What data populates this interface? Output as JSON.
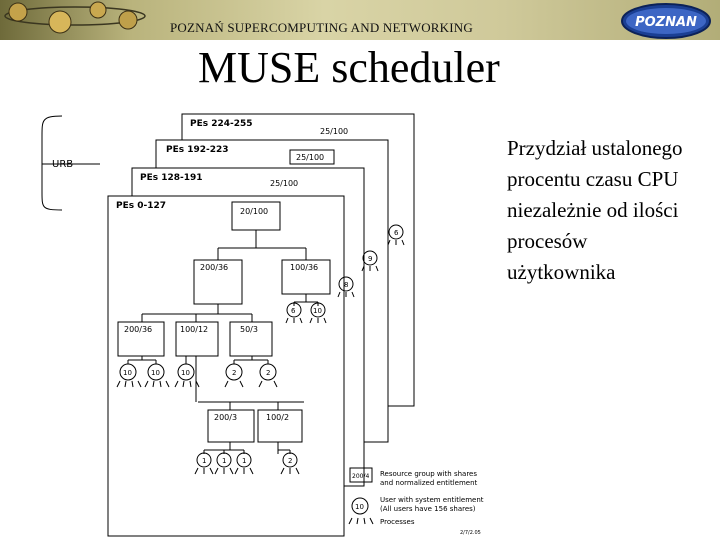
{
  "banner": {
    "text": "POZNAŃ SUPERCOMPUTING AND NETWORKING",
    "logo_text": "POZNAN"
  },
  "slide": {
    "title": "MUSE scheduler",
    "description_lines": [
      "Przydział ustalonego",
      "procentu czasu CPU",
      "niezależnie od ilości",
      "procesów",
      "użytkownika"
    ]
  },
  "diagram": {
    "side_label": "URB",
    "panels": [
      {
        "label": "PEs 224-255",
        "root": "25/100"
      },
      {
        "label": "PEs 192-223",
        "root": "25/100"
      },
      {
        "label": "PEs 128-191",
        "root": "25/100"
      },
      {
        "label": "PEs 0-127",
        "root": "20/100"
      }
    ],
    "groups_level1": [
      "200/36",
      "100/36"
    ],
    "groups_level2": [
      "200/36",
      "100/12",
      "50/3"
    ],
    "groups_level3": [
      "200/3",
      "100/2"
    ],
    "users_level1": [
      "6",
      "10"
    ],
    "users_level2": [
      "10",
      "10",
      "10",
      "2",
      "2"
    ],
    "users_level3": [
      "1",
      "1",
      "1",
      "2"
    ],
    "back_users": [
      "8",
      "9",
      "6"
    ],
    "legend": {
      "group_symbol": "200/4",
      "group_text_1": "Resource group with shares",
      "group_text_2": "and normalized entitlement",
      "user_text_1": "User with system entitlement",
      "user_text_2": "(All users have 156 shares)",
      "user_symbol": "10",
      "process_text": "Processes",
      "footnote": "2/7/2.05"
    }
  }
}
